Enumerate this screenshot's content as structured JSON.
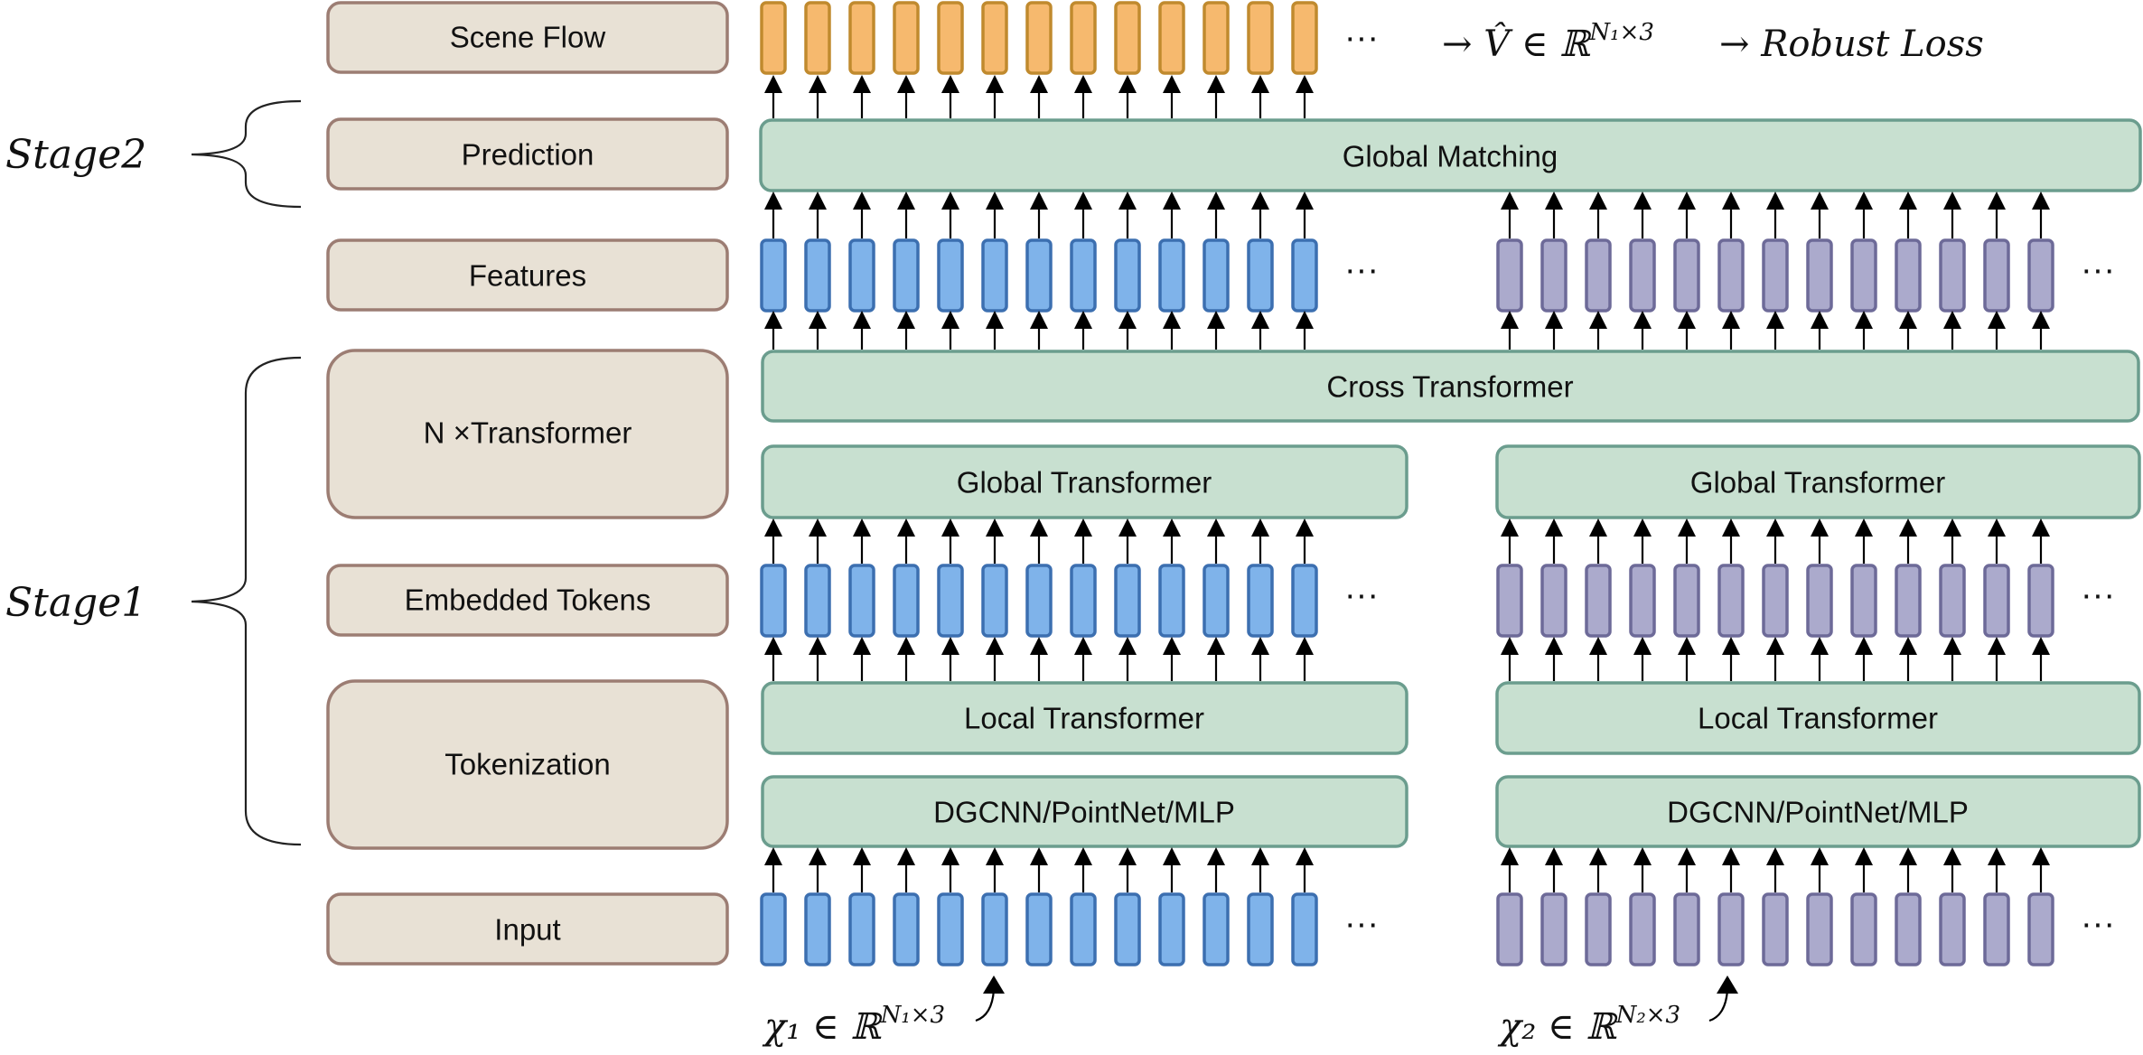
{
  "rows": {
    "scene_flow": "Scene Flow",
    "prediction": "Prediction",
    "features": "Features",
    "transformer": "N ×Transformer",
    "embedded_tokens": "Embedded Tokens",
    "tokenization": "Tokenization",
    "input": "Input"
  },
  "stages": {
    "stage2": "Stage2",
    "stage1": "Stage1"
  },
  "blocks": {
    "global_matching": "Global Matching",
    "cross_transformer": "Cross Transformer",
    "global_transformer_left": "Global Transformer",
    "global_transformer_right": "Global Transformer",
    "local_transformer_left": "Local Transformer",
    "local_transformer_right": "Local Transformer",
    "dgcnn_left": "DGCNN/PointNet/MLP",
    "dgcnn_right": "DGCNN/PointNet/MLP"
  },
  "output": {
    "prediction_expr": "→ V̂ ∈ ℝ",
    "prediction_sup": "N₁×3",
    "loss": "→ Robust Loss"
  },
  "inputs": {
    "left_expr": "χ₁ ∈ ℝ",
    "left_sup": "N₁×3",
    "right_expr": "χ₂ ∈ ℝ",
    "right_sup": "N₂×3"
  },
  "ellipsis": "···",
  "colors": {
    "blue_token": "#7fb3ea",
    "blue_border": "#3c6fb0",
    "purple_token": "#abaacc",
    "purple_border": "#6d6a98",
    "orange_token": "#f6b96e",
    "orange_border": "#c08a2e",
    "green_block": "#c8e0d0",
    "green_border": "#6b9d8e",
    "label_fill": "#e8e1d5",
    "label_border": "#9c7d73"
  },
  "token_count_per_group": 13
}
